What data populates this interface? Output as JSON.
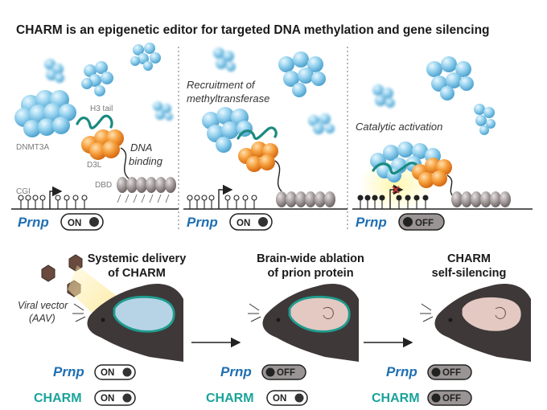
{
  "title": "CHARM is an epigenetic editor for targeted DNA methylation and gene silencing",
  "panel1": {
    "dnmt3a": "DNMT3A",
    "h3tail": "H3 tail",
    "d3l": "D3L",
    "dna_binding_1": "DNA",
    "dna_binding_2": "binding",
    "dbd": "DBD",
    "cgi": "CGI",
    "gene": "Prnp",
    "state": "ON"
  },
  "panel2": {
    "caption_1": "Recruitment of",
    "caption_2": "methyltransferase",
    "gene": "Prnp",
    "state": "ON"
  },
  "panel3": {
    "caption": "Catalytic activation",
    "gene": "Prnp",
    "state": "OFF"
  },
  "bottom": {
    "viral_1": "Viral vector",
    "viral_2": "(AAV)",
    "stages": [
      {
        "title_1": "Systemic delivery",
        "title_2": "of CHARM",
        "gene": "Prnp",
        "gene_state": "ON",
        "charm": "CHARM",
        "charm_state": "ON"
      },
      {
        "title_1": "Brain-wide ablation",
        "title_2": "of prion protein",
        "gene": "Prnp",
        "gene_state": "OFF",
        "charm": "CHARM",
        "charm_state": "ON"
      },
      {
        "title_1": "CHARM",
        "title_2": "self-silencing",
        "gene": "Prnp",
        "gene_state": "OFF",
        "charm": "CHARM",
        "charm_state": "OFF"
      }
    ]
  },
  "colors": {
    "dnmt3a": "#8fd0ee",
    "d3l": "#f3932b",
    "h3tail": "#1a8a80",
    "dbd": "#9b9393",
    "gene_text": "#1f6fb2",
    "charm_text": "#1aa39a",
    "mouse": "#3e3838",
    "brain_on": "#b7d4e6",
    "brain_off": "#e3c9c2",
    "brain_outline": "#1f9c8e"
  },
  "icons": [
    "blob-protein-icon",
    "promoter-arrow-icon",
    "cpg-lollipop-icon",
    "toggle-switch-icon",
    "aav-capsid-icon",
    "mouse-head-icon",
    "brain-icon",
    "flow-arrow-icon"
  ]
}
